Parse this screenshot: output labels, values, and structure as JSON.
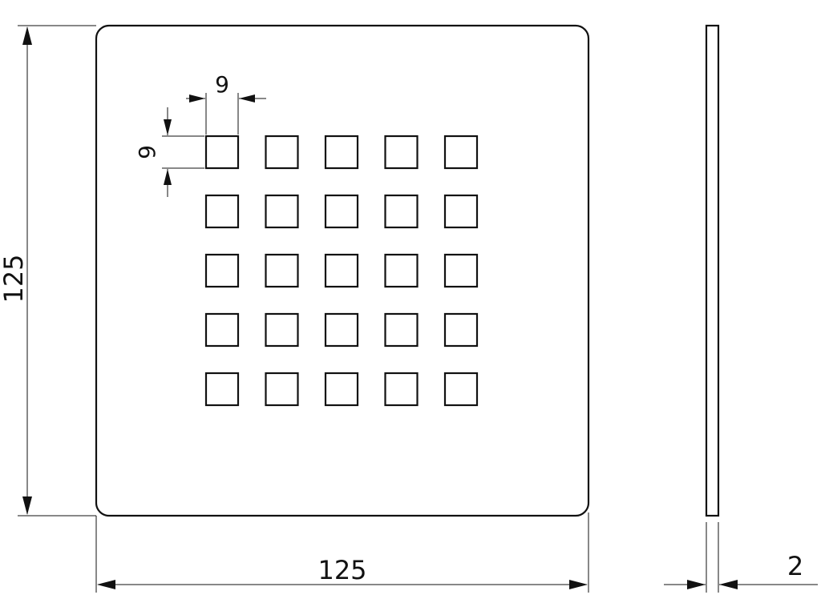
{
  "dimensions": {
    "plate_width": "125",
    "plate_height": "125",
    "thickness": "2",
    "hole_width": "9",
    "hole_height": "9"
  },
  "hole_grid": {
    "rows": 5,
    "cols": 5
  },
  "colors": {
    "line": "#111111",
    "background": "#ffffff"
  }
}
